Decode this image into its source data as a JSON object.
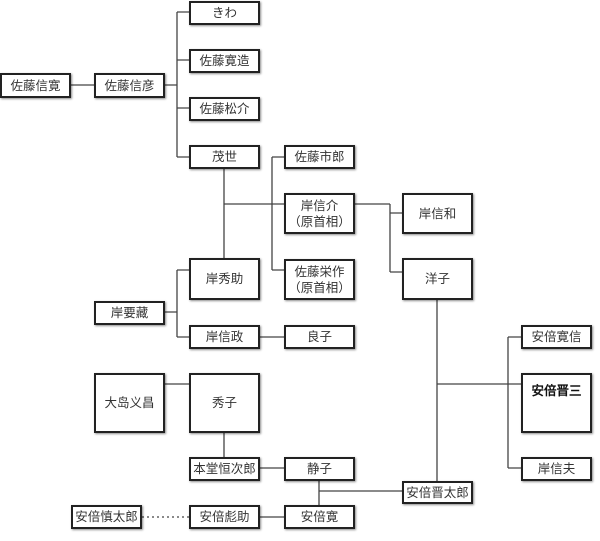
{
  "people": {
    "sato_nobuhiro": "佐藤信寛",
    "sato_nobuhiko": "佐藤信彦",
    "kiwa": "きわ",
    "sato_kanzo": "佐藤寛造",
    "sato_matsusuke": "佐藤松介",
    "moyo": "茂世",
    "sato_ichiro": "佐藤市郎",
    "kishi_nobusuke": "岸信介",
    "kishi_nobusuke_note": "（原首相）",
    "sato_eisaku": "佐藤栄作",
    "sato_eisaku_note": "（原首相）",
    "kishi_hidesuke": "岸秀助",
    "kishi_yozo": "岸要藏",
    "kishi_nobumasa": "岸信政",
    "yoshiko": "良子",
    "kishi_nobukazu": "岸信和",
    "yoko": "洋子",
    "abe_hironobu": "安倍寛信",
    "abe_shinzo": "安倍晋三",
    "kishi_nobuo": "岸信夫",
    "oshima_yoshimasa": "大岛义昌",
    "hideko": "秀子",
    "hondo_tsunejiro": "本堂恒次郎",
    "shizuko": "静子",
    "abe_shintaro": "安倍晋太郎",
    "abe_kan": "安倍寛",
    "abe_hikosuke": "安倍彪助",
    "abe_shintaro2": "安倍慎太郎"
  }
}
